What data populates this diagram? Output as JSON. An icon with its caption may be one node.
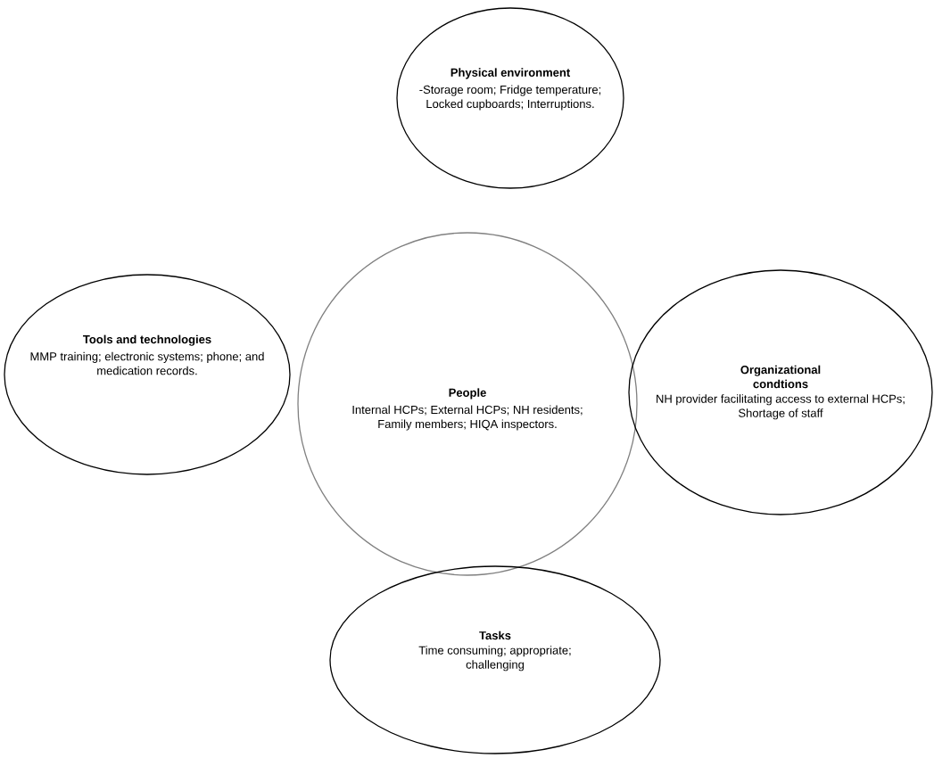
{
  "diagram": {
    "nodes": [
      {
        "text": [
          "Physical environment",
          "-Storage room; Fridge temperature; Locked cupboards; Interruptions."
        ]
      },
      {
        "text": [
          "Tools and technologies",
          "MMP training; electronic systems;  phone; and medication records."
        ]
      },
      {
        "text": [
          "People",
          "Internal HCPs; External HCPs; NH residents; Family members; HIQA inspectors."
        ]
      },
      {
        "text": [
          "Organizational condtions",
          "NH provider facilitating access to external HCPs; Shortage of staff"
        ]
      },
      {
        "text": [
          "Tasks",
          "Time consuming; appropriate; challenging"
        ]
      }
    ]
  }
}
